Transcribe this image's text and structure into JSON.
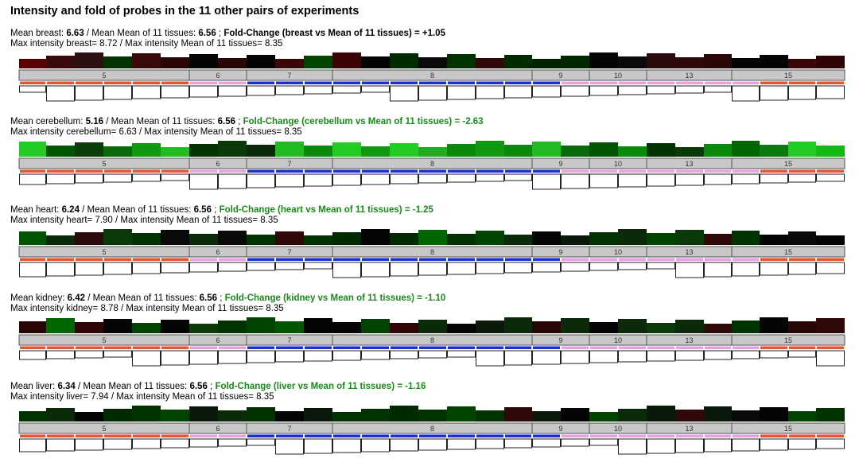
{
  "title": "Intensity and fold of probes in the 11 other pairs of experiments",
  "exon_labels": [
    "5",
    "6",
    "7",
    "8",
    "9",
    "10",
    "13",
    "15"
  ],
  "colors": {
    "track_gray": "#c8c8c8",
    "strand_red": "#e8542c",
    "strand_blue": "#1a2fd6",
    "strand_pink": "#e8a0e0",
    "fold_negative_text": "#1a8a1a"
  },
  "panels": [
    {
      "tissue": "breast",
      "mean_label": "Mean breast: ",
      "mean_value": "6.63",
      "mid_label": " / Mean Mean of 11 tissues: ",
      "ref_value": "6.56",
      "sep": " ; ",
      "fold_text": "Fold-Change (breast vs Mean of 11 tissues) = +1.05",
      "fold_sign": "positive",
      "max_text": "Max intensity breast= 8.72 / Max intensity Mean of 11 tissues= 8.35",
      "probe_colors": [
        "#5a0000",
        "#3a0a0a",
        "#2a1010",
        "#003300",
        "#3a0a0a",
        "#2a0505",
        "#050505",
        "#2a0505",
        "#050505",
        "#3a0808",
        "#004400",
        "#3a0404",
        "#050505",
        "#002a00",
        "#0a0a0a",
        "#003300",
        "#300808",
        "#002a00",
        "#002200",
        "#002800",
        "#050505",
        "#0a0a0a",
        "#2a0a0a",
        "#300a0a",
        "#2a0808",
        "#050505",
        "#050505",
        "#3a0606",
        "#300404"
      ]
    },
    {
      "tissue": "cerebellum",
      "mean_label": "Mean cerebellum: ",
      "mean_value": "5.16",
      "mid_label": " / Mean Mean of 11 tissues: ",
      "ref_value": "6.56",
      "sep": " ; ",
      "fold_text": "Fold-Change (cerebellum vs Mean of 11 tissues) = -2.63",
      "fold_sign": "negative",
      "max_text": "Max intensity cerebellum= 6.63 / Max intensity Mean of 11 tissues= 8.35",
      "probe_colors": [
        "#22cc22",
        "#005500",
        "#0c3d0c",
        "#0a6a0a",
        "#119911",
        "#22bb22",
        "#003300",
        "#0a3a0a",
        "#0a2a0a",
        "#22bb22",
        "#0a8a0a",
        "#22cc22",
        "#119911",
        "#22cc22",
        "#22aa22",
        "#0a8a0a",
        "#119911",
        "#0a8a0a",
        "#22bb22",
        "#0a6a0a",
        "#005500",
        "#0a8a0a",
        "#003300",
        "#0a3a0a",
        "#0a8a0a",
        "#006600",
        "#0a7a0a",
        "#22cc22",
        "#11bb11"
      ]
    },
    {
      "tissue": "heart",
      "mean_label": "Mean heart: ",
      "mean_value": "6.24",
      "mid_label": " / Mean Mean of 11 tissues: ",
      "ref_value": "6.56",
      "sep": " ; ",
      "fold_text": "Fold-Change (heart vs Mean of 11 tissues) = -1.25",
      "fold_sign": "negative",
      "max_text": "Max intensity heart= 7.90 / Max intensity Mean of 11 tissues= 8.35",
      "probe_colors": [
        "#005500",
        "#0a2a0a",
        "#2a0a0a",
        "#0a3a0a",
        "#003300",
        "#0a0a0a",
        "#0a2a0a",
        "#0a0a0a",
        "#003300",
        "#300808",
        "#003300",
        "#002a00",
        "#050505",
        "#002a00",
        "#006600",
        "#003300",
        "#004400",
        "#0a2a0a",
        "#050505",
        "#0a1a0a",
        "#003300",
        "#0a2a0a",
        "#004400",
        "#0a3a0a",
        "#300808",
        "#003300",
        "#050505",
        "#0a0a0a",
        "#050505"
      ]
    },
    {
      "tissue": "kidney",
      "mean_label": "Mean kidney: ",
      "mean_value": "6.42",
      "mid_label": " / Mean Mean of 11 tissues: ",
      "ref_value": "6.56",
      "sep": " ; ",
      "fold_text": "Fold-Change (kidney vs Mean of 11 tissues) = -1.10",
      "fold_sign": "negative",
      "max_text": "Max intensity kidney= 8.78 / Max intensity Mean of 11 tissues= 8.35",
      "probe_colors": [
        "#2a0505",
        "#006600",
        "#300505",
        "#050505",
        "#004400",
        "#050505",
        "#0a3a0a",
        "#003300",
        "#004400",
        "#005500",
        "#050505",
        "#050505",
        "#004400",
        "#300505",
        "#0a2a0a",
        "#050505",
        "#0a1a0a",
        "#0a2a0a",
        "#2a0505",
        "#0a2a0a",
        "#050505",
        "#0a2a0a",
        "#0a3a0a",
        "#0a2a0a",
        "#300a0a",
        "#003300",
        "#050505",
        "#2a0505",
        "#300808"
      ]
    },
    {
      "tissue": "liver",
      "mean_label": "Mean liver: ",
      "mean_value": "6.34",
      "mid_label": " / Mean Mean of 11 tissues: ",
      "ref_value": "6.56",
      "sep": " ; ",
      "fold_text": "Fold-Change (liver vs Mean of 11 tissues) = -1.16",
      "fold_sign": "negative",
      "max_text": "Max intensity liver= 7.94 / Max intensity Mean of 11 tissues= 8.35",
      "probe_colors": [
        "#003300",
        "#0a2a0a",
        "#050505",
        "#002a00",
        "#003300",
        "#004400",
        "#0a1a0a",
        "#0a2a0a",
        "#003300",
        "#050505",
        "#0a1a0a",
        "#003300",
        "#003300",
        "#002a00",
        "#003300",
        "#004400",
        "#003300",
        "#300808",
        "#0a1a0a",
        "#050505",
        "#004400",
        "#0a2a0a",
        "#0a1a0a",
        "#300808",
        "#0a1a0a",
        "#0a0a0a",
        "#050505",
        "#004400",
        "#003300"
      ]
    }
  ]
}
